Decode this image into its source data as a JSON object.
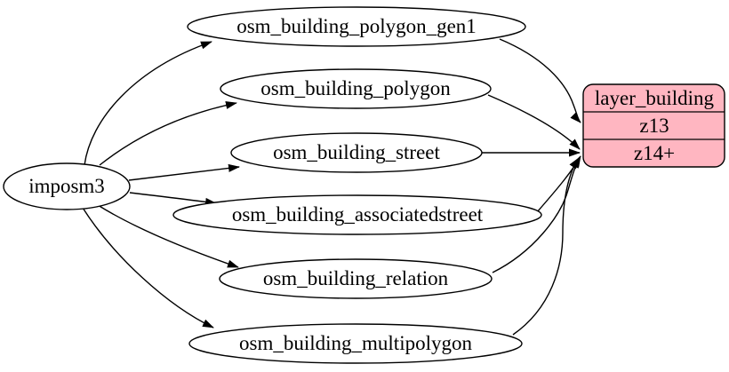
{
  "colors": {
    "background": "#ffffff",
    "line": "#000000",
    "text": "#000000",
    "table_fill": "#ffffff",
    "layer_fill": "#ffb6c1"
  },
  "nodes": {
    "source": {
      "label": "imposm3"
    },
    "tables": [
      {
        "label": "osm_building_polygon_gen1"
      },
      {
        "label": "osm_building_polygon"
      },
      {
        "label": "osm_building_street"
      },
      {
        "label": "osm_building_associatedstreet"
      },
      {
        "label": "osm_building_relation"
      },
      {
        "label": "osm_building_multipolygon"
      }
    ],
    "layer": {
      "title": "layer_building",
      "rows": [
        {
          "label": "z13"
        },
        {
          "label": "z14+"
        }
      ]
    }
  },
  "edges": [
    {
      "from": "imposm3",
      "to": "osm_building_polygon_gen1"
    },
    {
      "from": "imposm3",
      "to": "osm_building_polygon"
    },
    {
      "from": "imposm3",
      "to": "osm_building_street"
    },
    {
      "from": "imposm3",
      "to": "osm_building_associatedstreet"
    },
    {
      "from": "imposm3",
      "to": "osm_building_relation"
    },
    {
      "from": "imposm3",
      "to": "osm_building_multipolygon"
    },
    {
      "from": "osm_building_polygon_gen1",
      "to": "layer_building",
      "row": "z13"
    },
    {
      "from": "osm_building_polygon",
      "to": "layer_building",
      "row": "z14+"
    },
    {
      "from": "osm_building_street",
      "to": "layer_building",
      "row": "z14+"
    },
    {
      "from": "osm_building_associatedstreet",
      "to": "layer_building",
      "row": "z14+"
    },
    {
      "from": "osm_building_relation",
      "to": "layer_building",
      "row": "z14+"
    },
    {
      "from": "osm_building_multipolygon",
      "to": "layer_building",
      "row": "z14+"
    }
  ]
}
